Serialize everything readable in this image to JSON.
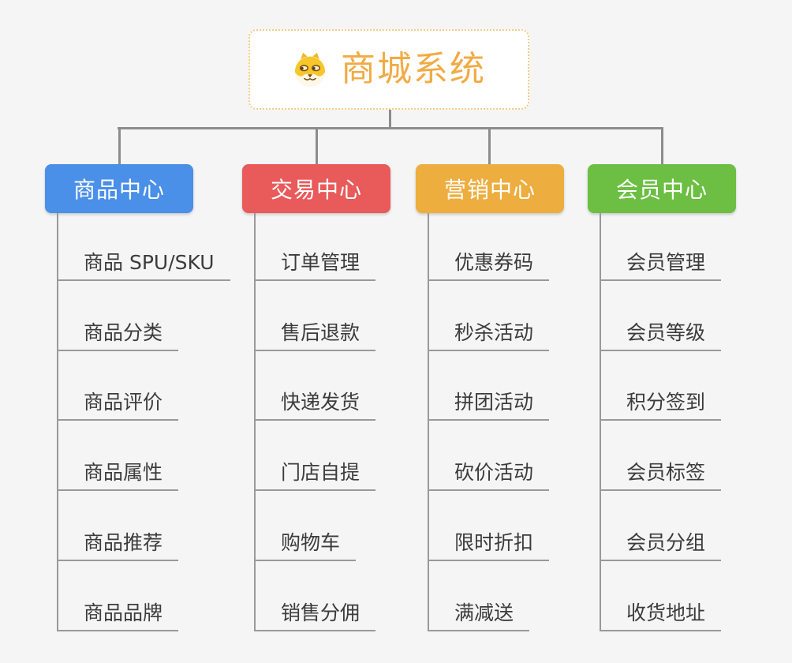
{
  "root": {
    "title": "商城系统",
    "icon": "dog-face-icon"
  },
  "branches": [
    {
      "label": "商品中心",
      "color": "#4A8FE8",
      "items": [
        "商品 SPU/SKU",
        "商品分类",
        "商品评价",
        "商品属性",
        "商品推荐",
        "商品品牌"
      ]
    },
    {
      "label": "交易中心",
      "color": "#E95A5B",
      "items": [
        "订单管理",
        "售后退款",
        "快递发货",
        "门店自提",
        "购物车",
        "销售分佣"
      ]
    },
    {
      "label": "营销中心",
      "color": "#EDAE3F",
      "items": [
        "优惠券码",
        "秒杀活动",
        "拼团活动",
        "砍价活动",
        "限时折扣",
        "满减送"
      ]
    },
    {
      "label": "会员中心",
      "color": "#6CBF42",
      "items": [
        "会员管理",
        "会员等级",
        "积分签到",
        "会员标签",
        "会员分组",
        "收货地址"
      ]
    }
  ],
  "colors": {
    "background": "#F5F5F5",
    "connector": "#8C8C8C",
    "item_line": "#999999",
    "item_text": "#3C3C3C",
    "root_border": "#F6CC87",
    "root_title": "#F1AB44",
    "root_bg": "#FFFFFF",
    "dog_yellow": "#F7C62A",
    "dog_cream": "#FFF8E8",
    "dog_brown": "#7B511F"
  }
}
